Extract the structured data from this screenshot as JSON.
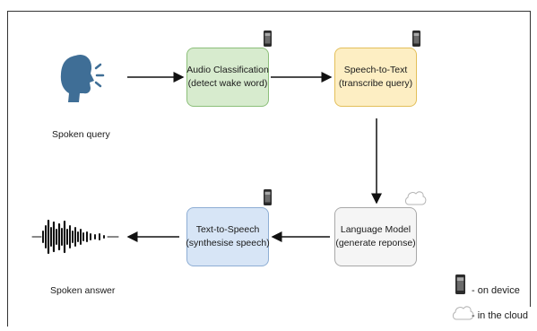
{
  "nodes": {
    "spoken_query": "Spoken query",
    "audio_classification": {
      "line1": "Audio Classification",
      "line2": "(detect wake word)"
    },
    "speech_to_text": {
      "line1": "Speech-to-Text",
      "line2": "(transcribe query)"
    },
    "language_model": {
      "line1": "Language Model",
      "line2": "(generate reponse)"
    },
    "text_to_speech": {
      "line1": "Text-to-Speech",
      "line2": "(synthesise speech)"
    },
    "spoken_answer": "Spoken answer"
  },
  "legend": {
    "on_device": "- on device",
    "in_cloud": "- in the cloud"
  },
  "colors": {
    "green": "#d7ebce",
    "yellow": "#fdeec3",
    "blue": "#d7e5f6",
    "gray": "#f5f5f5",
    "speaker_icon": "#3f6e96"
  },
  "icons": [
    "speaking-head-icon",
    "phone-icon",
    "cloud-icon",
    "waveform-icon"
  ]
}
